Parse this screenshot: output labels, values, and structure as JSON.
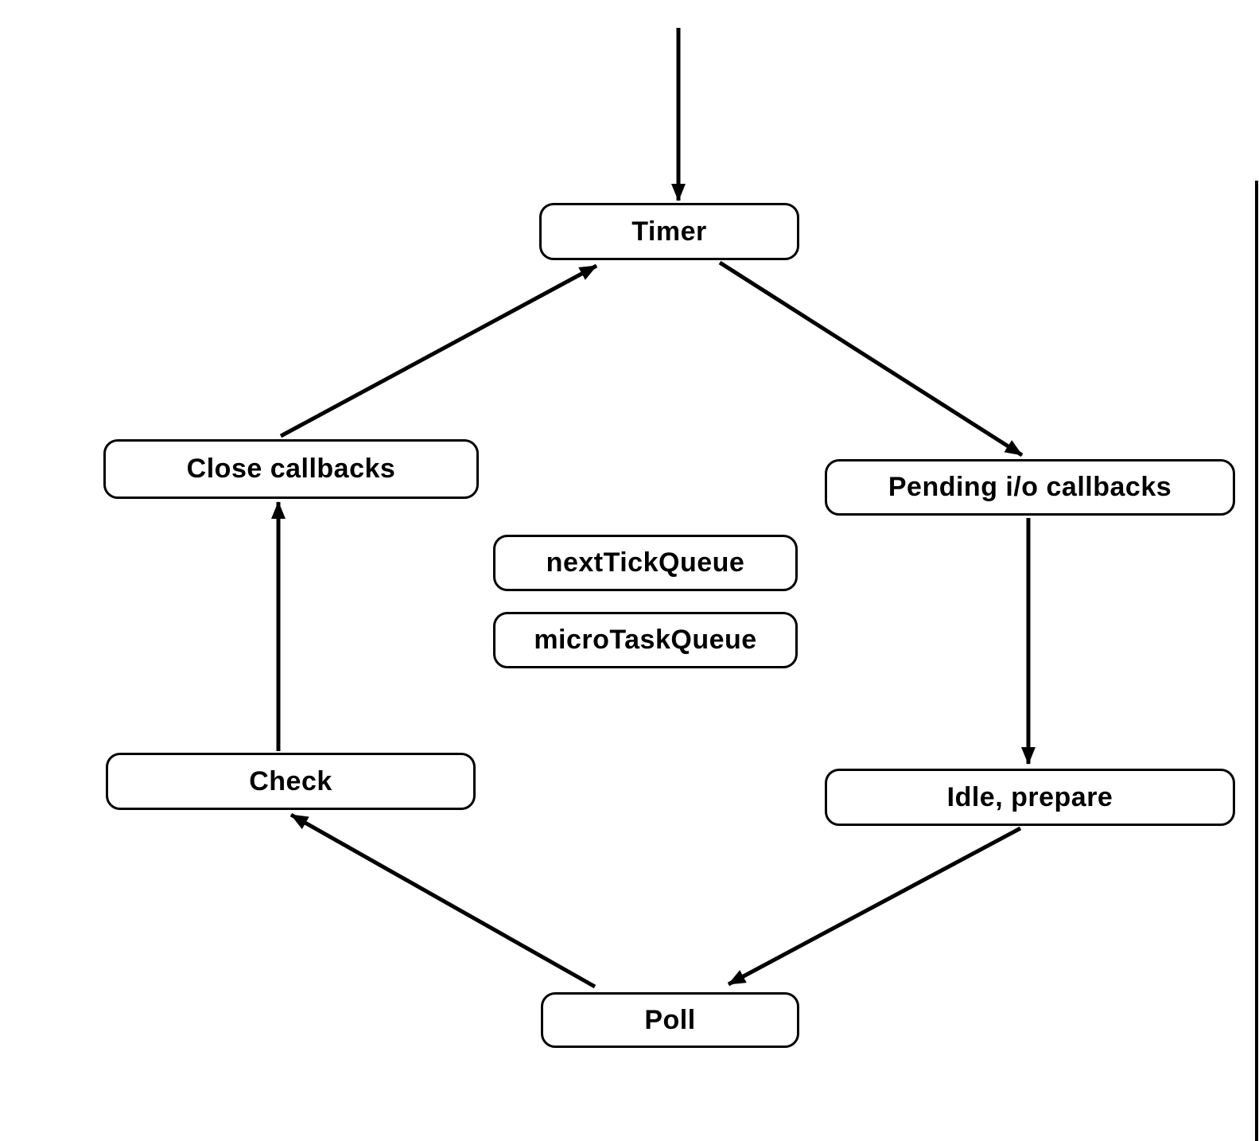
{
  "diagram": {
    "nodes": {
      "timer": {
        "label": "Timer"
      },
      "close_callbacks": {
        "label": "Close callbacks"
      },
      "pending_io_callbacks": {
        "label": "Pending i/o callbacks"
      },
      "next_tick_queue": {
        "label": "nextTickQueue"
      },
      "micro_task_queue": {
        "label": "microTaskQueue"
      },
      "check": {
        "label": "Check"
      },
      "idle_prepare": {
        "label": "Idle, prepare"
      },
      "poll": {
        "label": "Poll"
      }
    },
    "edges": [
      {
        "from": "start",
        "to": "timer"
      },
      {
        "from": "close_callbacks",
        "to": "timer"
      },
      {
        "from": "timer",
        "to": "pending_io_callbacks"
      },
      {
        "from": "pending_io_callbacks",
        "to": "idle_prepare"
      },
      {
        "from": "idle_prepare",
        "to": "poll"
      },
      {
        "from": "poll",
        "to": "check"
      },
      {
        "from": "check",
        "to": "close_callbacks"
      }
    ],
    "colors": {
      "stroke": "#000000",
      "node_fill": "#ffffff",
      "background": "#ffffff"
    }
  }
}
